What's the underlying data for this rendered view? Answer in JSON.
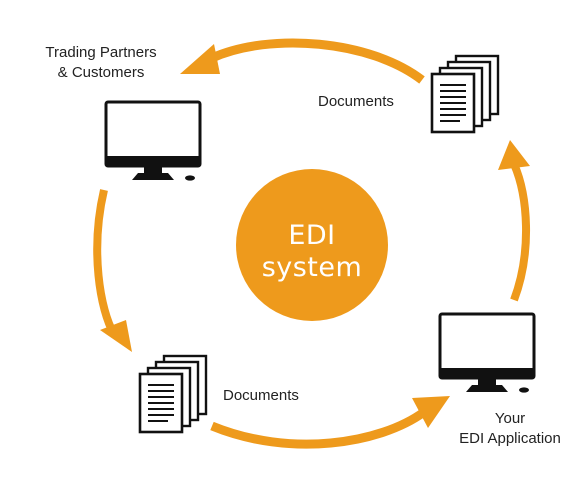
{
  "colors": {
    "accent": "#EE9A1C",
    "stroke": "#111111",
    "background": "#FFFFFF"
  },
  "center": {
    "line1": "EDI",
    "line2": "system"
  },
  "nodes": {
    "trading_partners": {
      "icon": "desktop-monitor-icon",
      "label_line1": "Trading Partners",
      "label_line2": "& Customers"
    },
    "documents_top": {
      "icon": "document-stack-icon",
      "label": "Documents"
    },
    "documents_bottom": {
      "icon": "document-stack-icon",
      "label": "Documents"
    },
    "your_edi_app": {
      "icon": "desktop-monitor-icon",
      "label_line1": "Your",
      "label_line2": "EDI Application"
    }
  },
  "arrows": [
    {
      "name": "arrow-to-trading-partners",
      "icon": "curved-arrow-icon"
    },
    {
      "name": "arrow-to-documents-bottom",
      "icon": "curved-arrow-icon"
    },
    {
      "name": "arrow-to-your-edi-application",
      "icon": "curved-arrow-icon"
    },
    {
      "name": "arrow-to-documents-top",
      "icon": "curved-arrow-icon"
    }
  ]
}
